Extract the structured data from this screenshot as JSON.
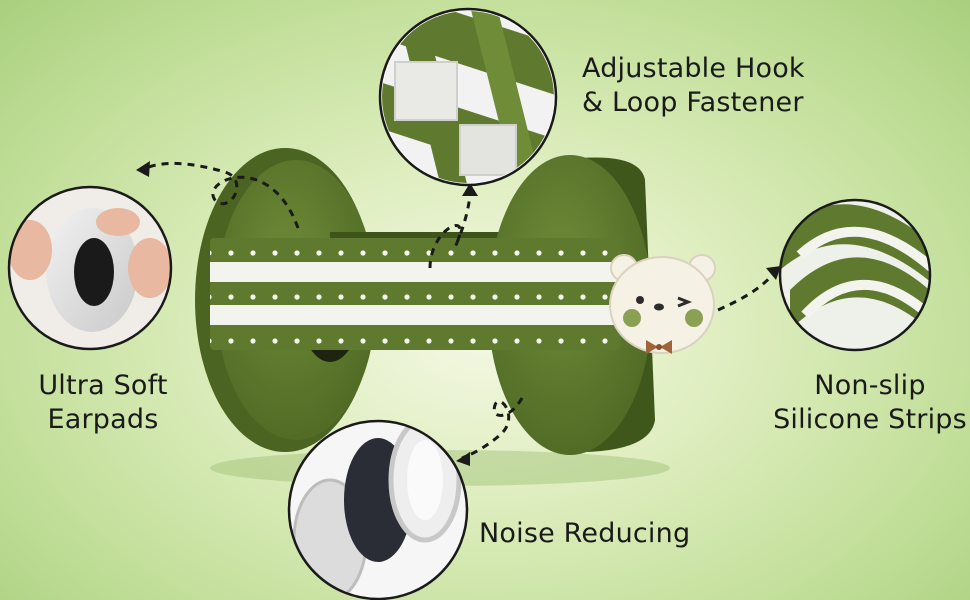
{
  "features": {
    "hook_loop": {
      "line1": "Adjustable Hook",
      "line2": "& Loop Fastener"
    },
    "earpads": {
      "line1": "Ultra Soft",
      "line2": "Earpads"
    },
    "strips": {
      "line1": "Non-slip",
      "line2": "Silicone Strips"
    },
    "noise": {
      "line1": "Noise Reducing"
    }
  },
  "colors": {
    "olive": "#5f7a2e",
    "olive_dark": "#4c6322",
    "stripe_white": "#f4f4ef",
    "background": "#c4e09c"
  },
  "icons": [
    "bear-face-icon",
    "bow-tie-icon"
  ]
}
